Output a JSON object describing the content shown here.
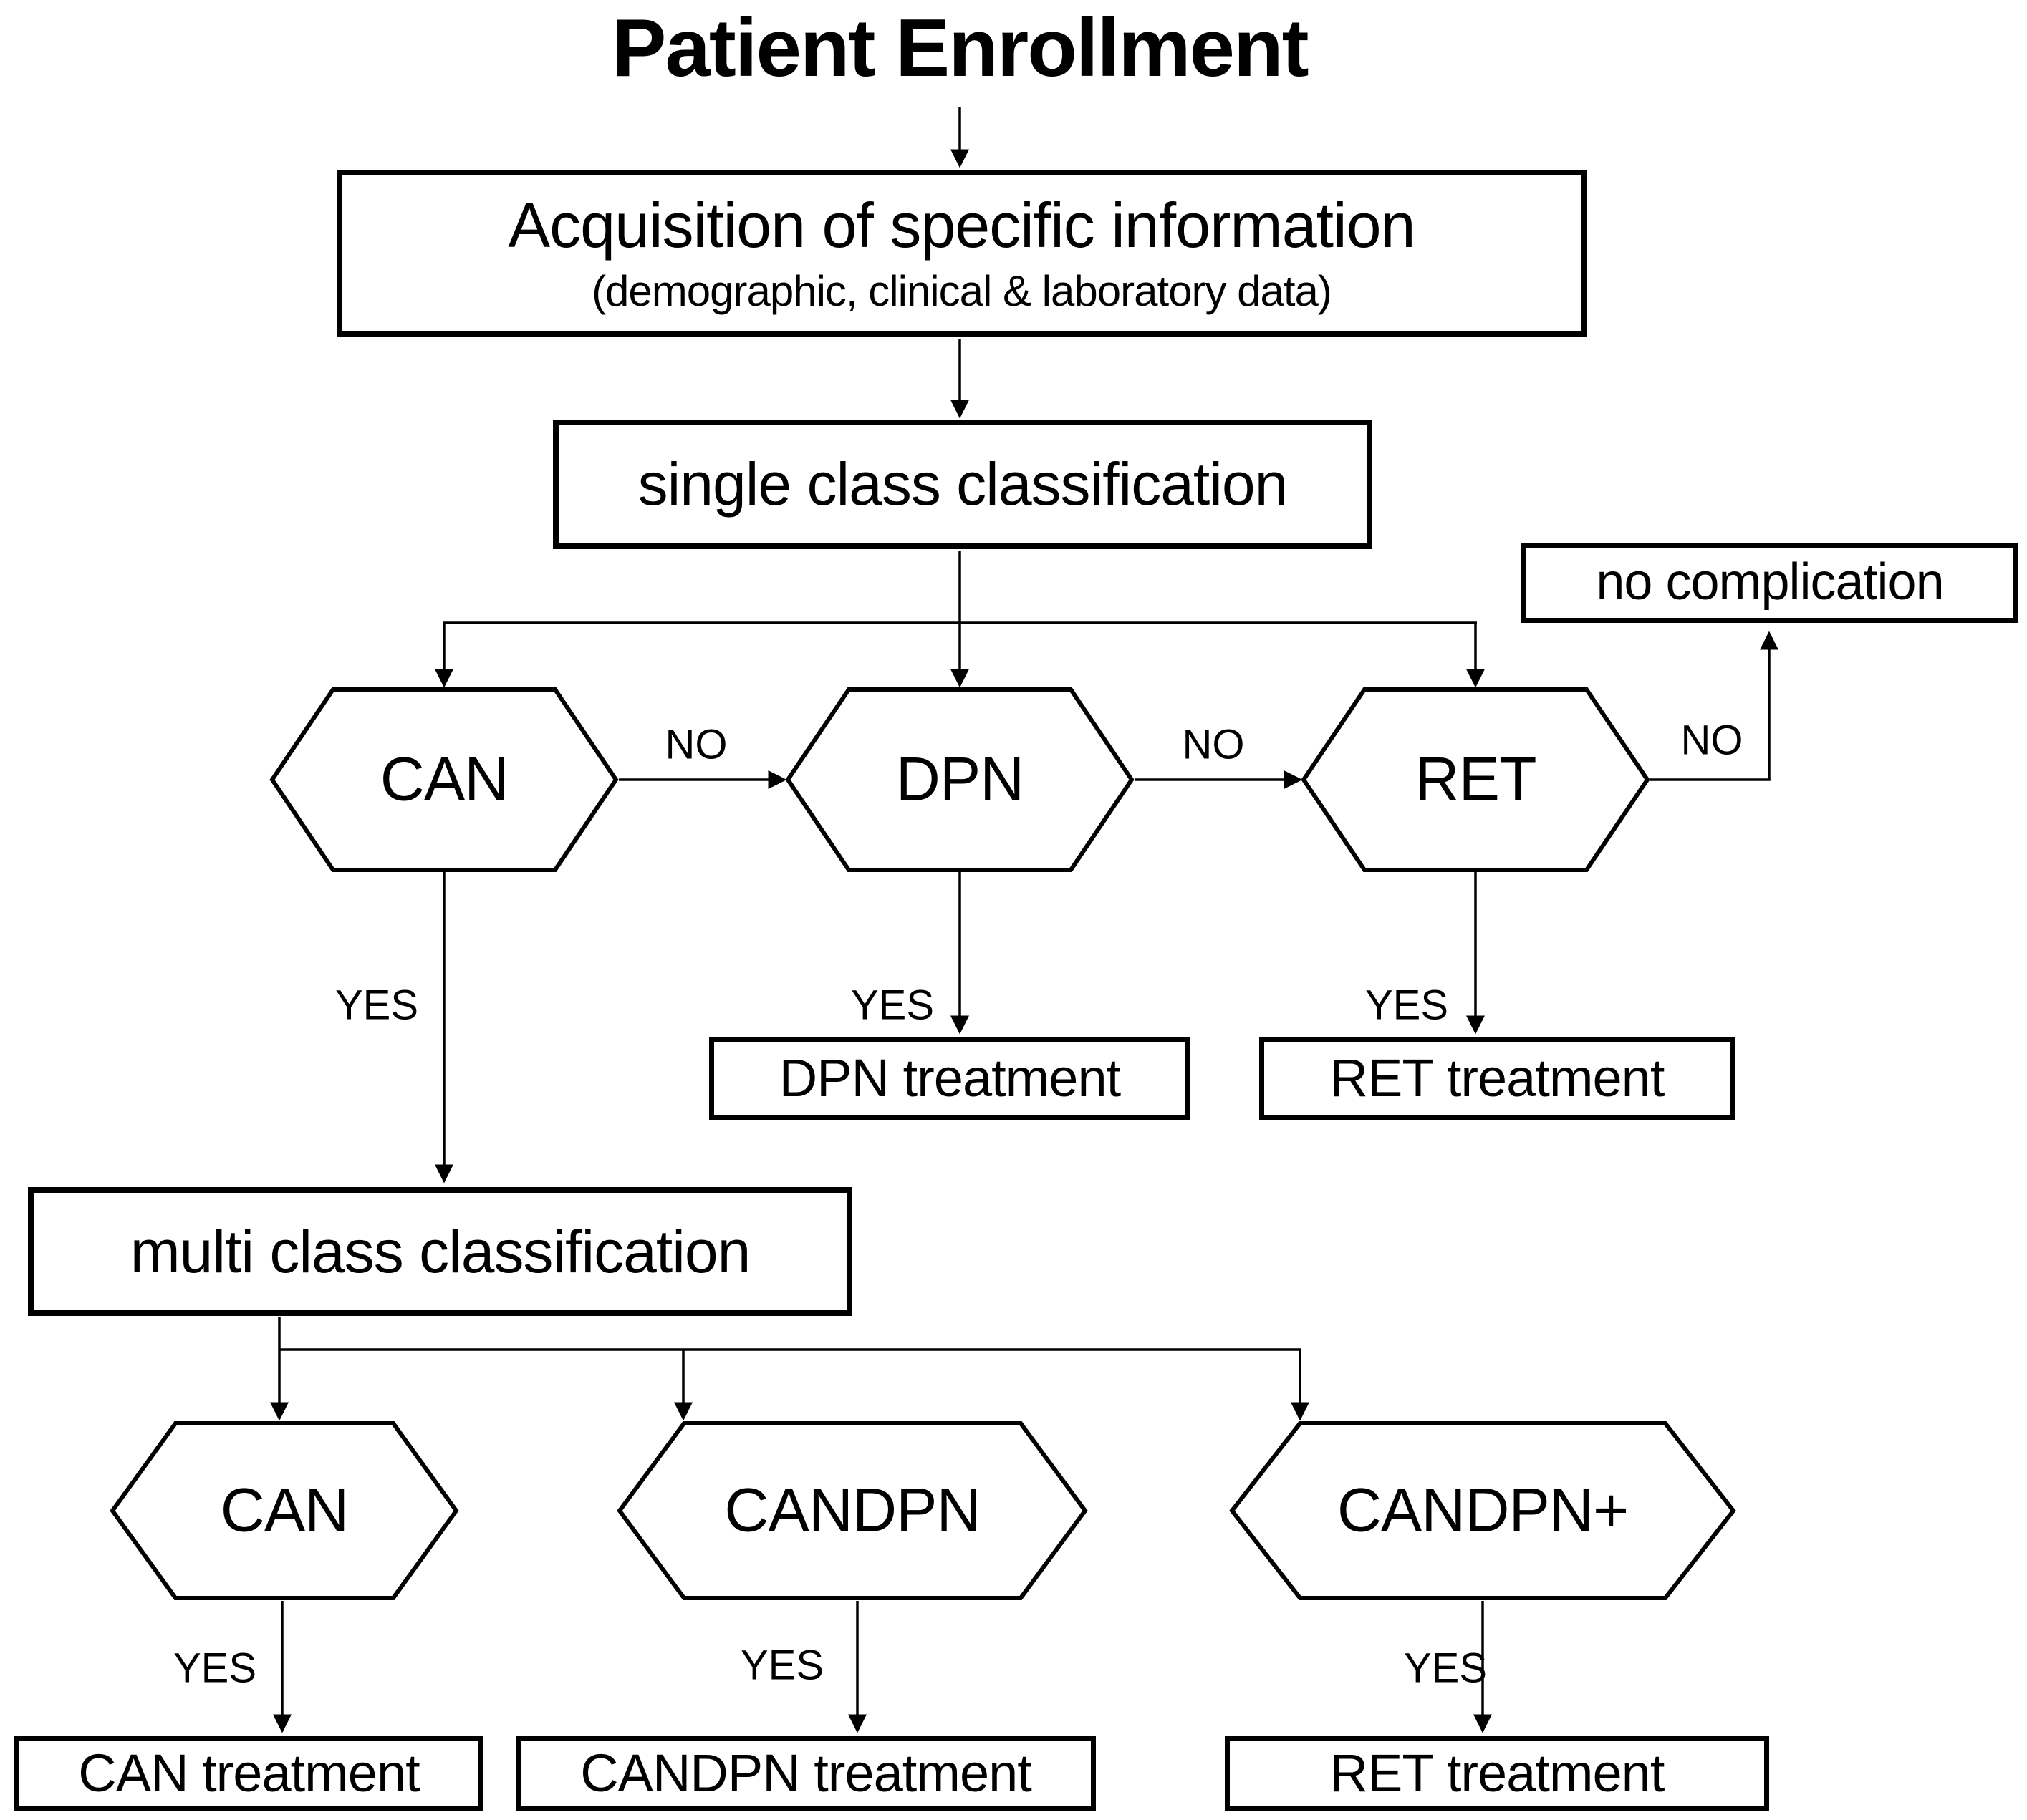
{
  "diagram": {
    "title": "Patient Enrollment",
    "nodes": {
      "acquisition": {
        "line1": "Acquisition of specific information",
        "line2": "(demographic, clinical & laboratory data)"
      },
      "single_class": {
        "label": "single class classification"
      },
      "can_single": {
        "label": "CAN"
      },
      "dpn": {
        "label": "DPN"
      },
      "ret": {
        "label": "RET"
      },
      "no_complication": {
        "label": "no complication"
      },
      "dpn_treatment": {
        "label": "DPN treatment"
      },
      "ret_treatment_upper": {
        "label": "RET treatment"
      },
      "multi_class": {
        "label": "multi class classification"
      },
      "can_multi": {
        "label": "CAN"
      },
      "candpn": {
        "label": "CANDPN"
      },
      "candpn_plus": {
        "label": "CANDPN+"
      },
      "can_treatment": {
        "label": "CAN treatment"
      },
      "candpn_treatment": {
        "label": "CANDPN treatment"
      },
      "ret_treatment_lower": {
        "label": "RET treatment"
      }
    },
    "edge_labels": {
      "no_can_dpn": "NO",
      "no_dpn_ret": "NO",
      "no_ret_out": "NO",
      "yes_can_single": "YES",
      "yes_dpn": "YES",
      "yes_ret": "YES",
      "yes_can_multi": "YES",
      "yes_candpn": "YES",
      "yes_candpn_plus": "YES"
    },
    "colors": {
      "ink": "#000000",
      "background": "#ffffff"
    }
  }
}
